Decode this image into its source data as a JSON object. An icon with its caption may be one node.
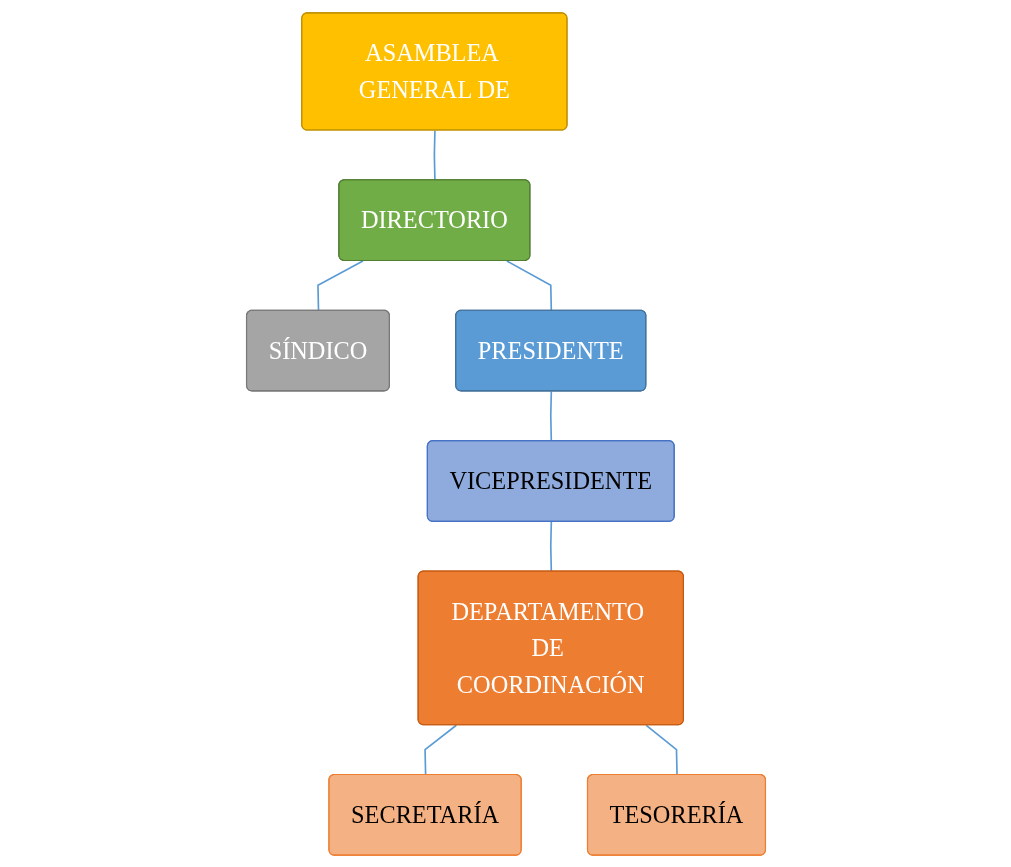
{
  "diagram": {
    "nodes": [
      {
        "text": [
          "ASAMBLEA GENERAL DE"
        ]
      },
      {
        "text": [
          "DIRECTORIO"
        ]
      },
      {
        "text": [
          "SÍNDICO"
        ]
      },
      {
        "text": [
          "PRESIDENTE"
        ]
      },
      {
        "text": [
          "VICEPRESIDENTE"
        ]
      },
      {
        "text": [
          "DEPARTAMENTO DE COORDINACIÓN"
        ]
      },
      {
        "text": [
          "SECRETARÍA"
        ]
      },
      {
        "text": [
          "TESORERÍA"
        ]
      }
    ],
    "edges": [
      {
        "from": 0,
        "to": 1,
        "arrow": "none"
      },
      {
        "from": 1,
        "to": 3,
        "arrow": "none"
      },
      {
        "from": 1,
        "to": 2,
        "arrow": "none"
      },
      {
        "from": 3,
        "to": 4,
        "arrow": "none"
      },
      {
        "from": 4,
        "to": 5,
        "arrow": "none"
      },
      {
        "from": 5,
        "to": 6,
        "arrow": "none"
      },
      {
        "from": 5,
        "to": 7,
        "arrow": "none"
      }
    ]
  }
}
